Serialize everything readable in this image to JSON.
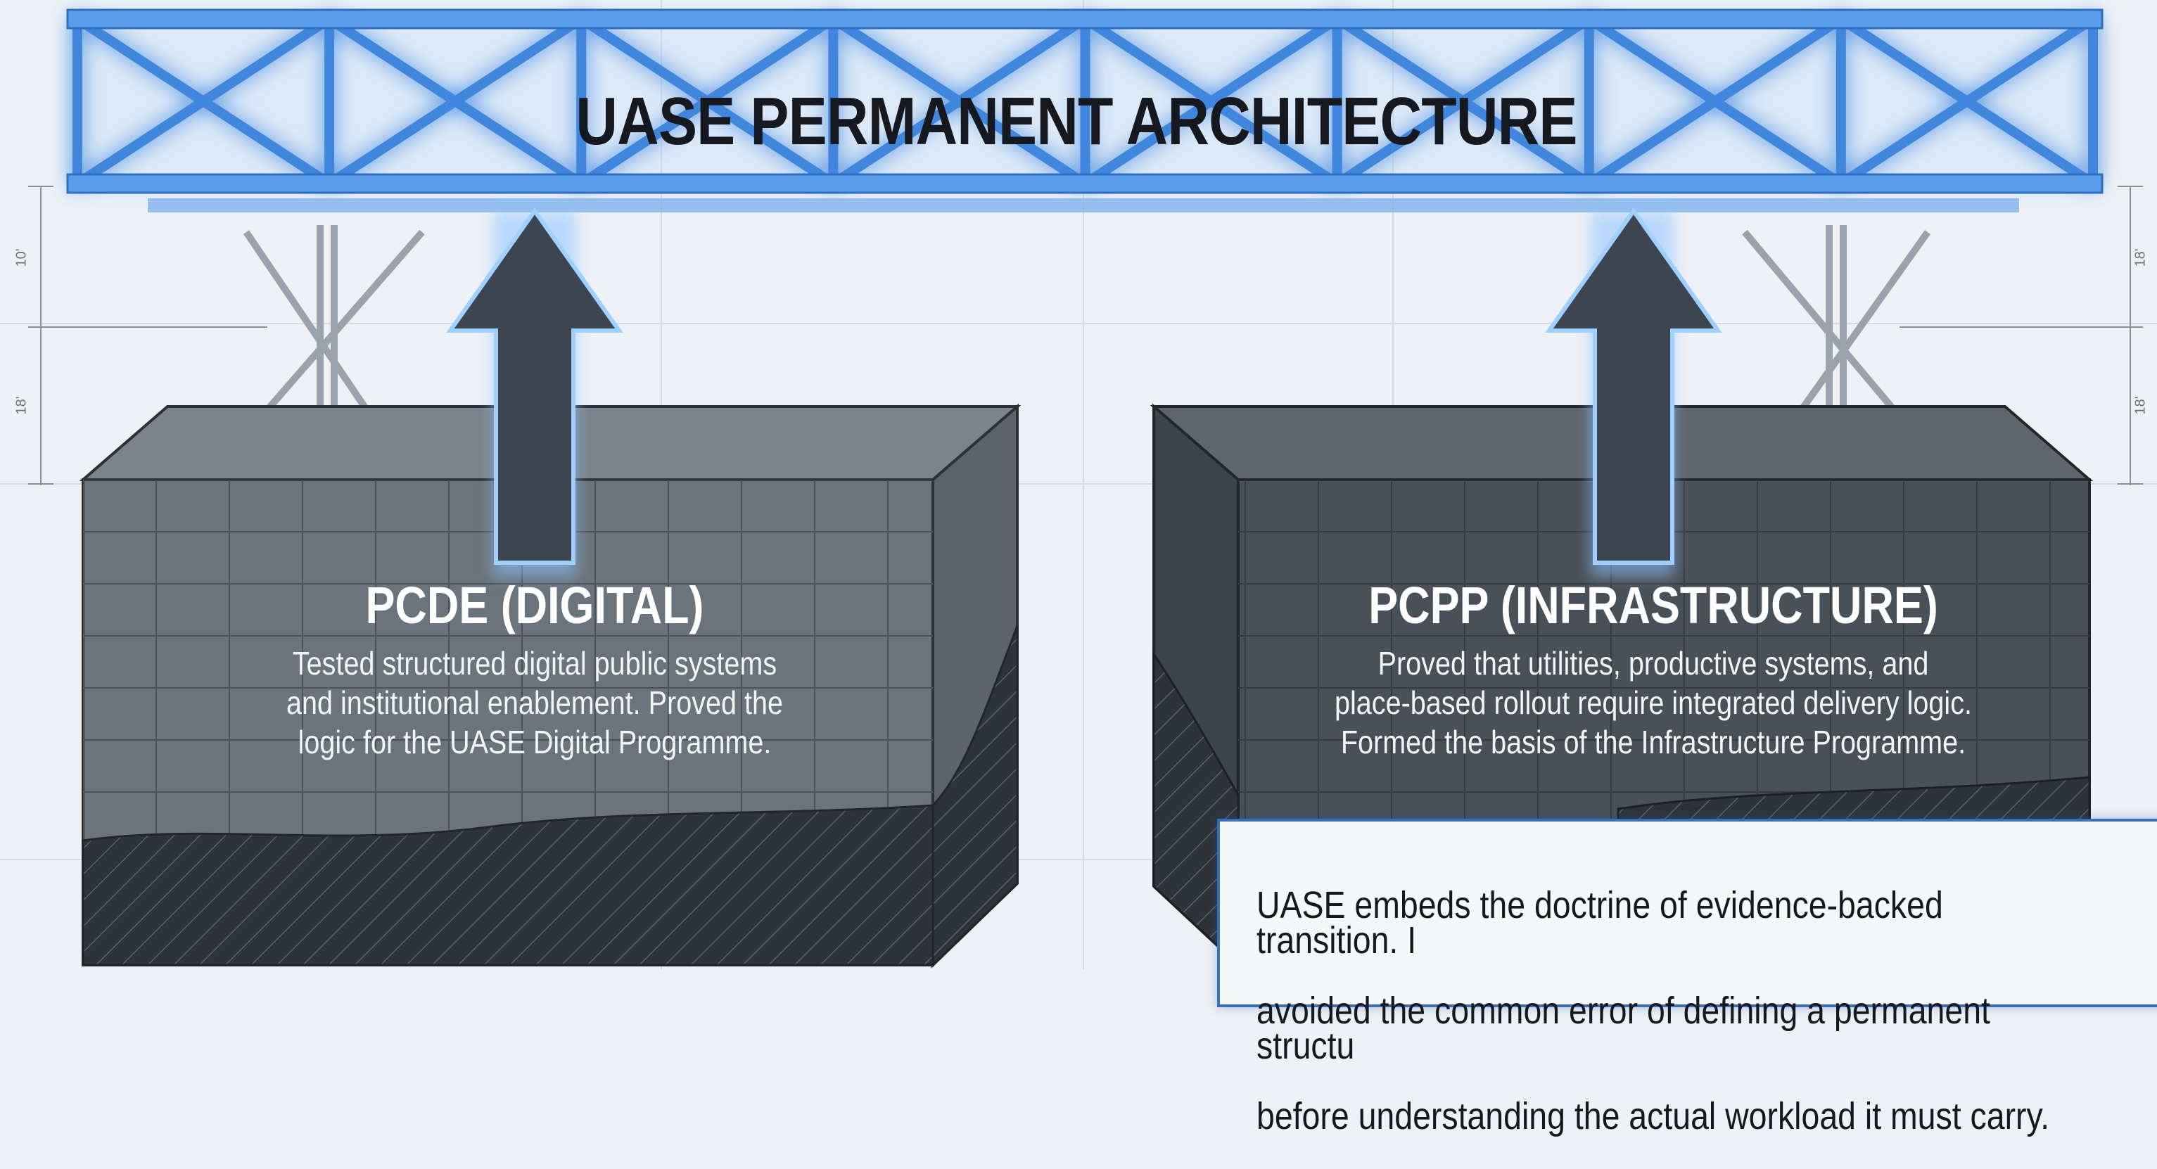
{
  "bridge": {
    "title": "UASE PERMANENT ARCHITECTURE"
  },
  "left_block": {
    "title": "PCDE (DIGITAL)",
    "description_lines": [
      "Tested structured digital public systems",
      "and institutional enablement. Proved the",
      "logic for the UASE Digital Programme."
    ]
  },
  "right_block": {
    "title": "PCPP (INFRASTRUCTURE)",
    "description_lines": [
      "Proved that utilities, productive systems, and",
      "place-based rollout require integrated delivery logic.",
      "Formed the basis of the Infrastructure Programme."
    ]
  },
  "note": {
    "lines": [
      "UASE embeds the doctrine of evidence-backed transition. I",
      "avoided the common error of defining a permanent structu",
      "before understanding the actual workload it must carry."
    ]
  },
  "dimensions": {
    "left_upper": "10'",
    "left_lower": "18'",
    "right_upper": "18'",
    "right_lower": "18'"
  },
  "colors": {
    "truss": "#4a90e2",
    "truss_glow": "#8ec5ff",
    "arrow": "#3d4550",
    "left_block": "#6b737c",
    "right_block": "#4a5058",
    "hatch": "#2e3338",
    "note_border": "#3a6fb4"
  }
}
